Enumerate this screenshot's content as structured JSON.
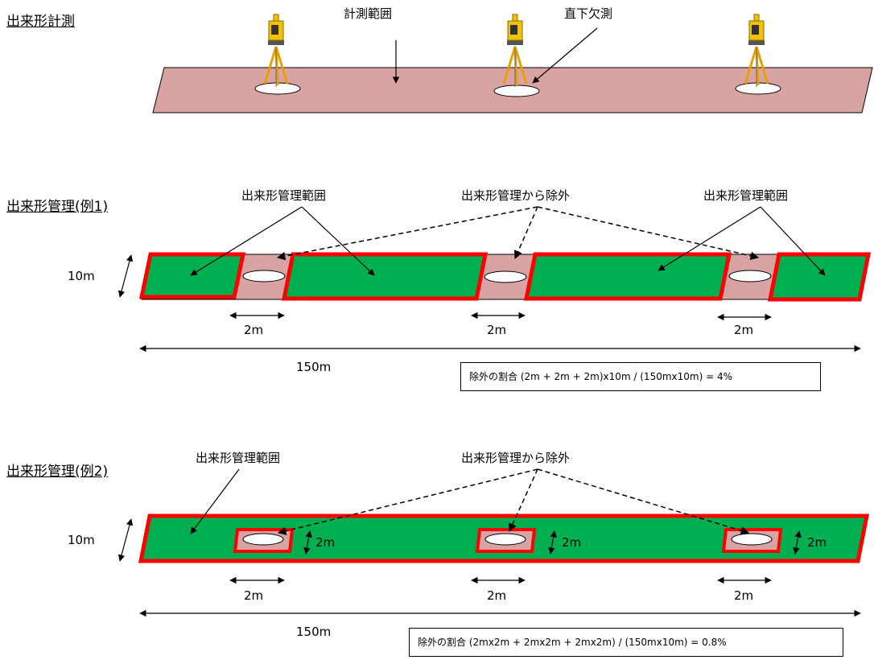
{
  "sections": [
    {
      "heading": "出来形計測"
    },
    {
      "heading": "出来形管理(例1)"
    },
    {
      "heading": "出来形管理(例2)"
    }
  ],
  "labels": {
    "measure_range": "計測範囲",
    "blind_spot": "直下欠測",
    "managed_range": "出来形管理範囲",
    "excluded": "出来形管理から除外"
  },
  "dimensions": {
    "width": "10m",
    "gap": "2m",
    "length": "150m"
  },
  "formulas": {
    "example1": "除外の割合 (2m + 2m + 2m)x10m / (150mx10m) = 4%",
    "example2": "除外の割合 (2mx2m + 2mx2m + 2mx2m) / (150mx10m) = 0.8%"
  },
  "colors": {
    "measure_fill": "#d9a3a3",
    "managed_fill": "#00b050",
    "border_red": "#ff0000"
  },
  "icons": [
    "total-station-icon"
  ]
}
